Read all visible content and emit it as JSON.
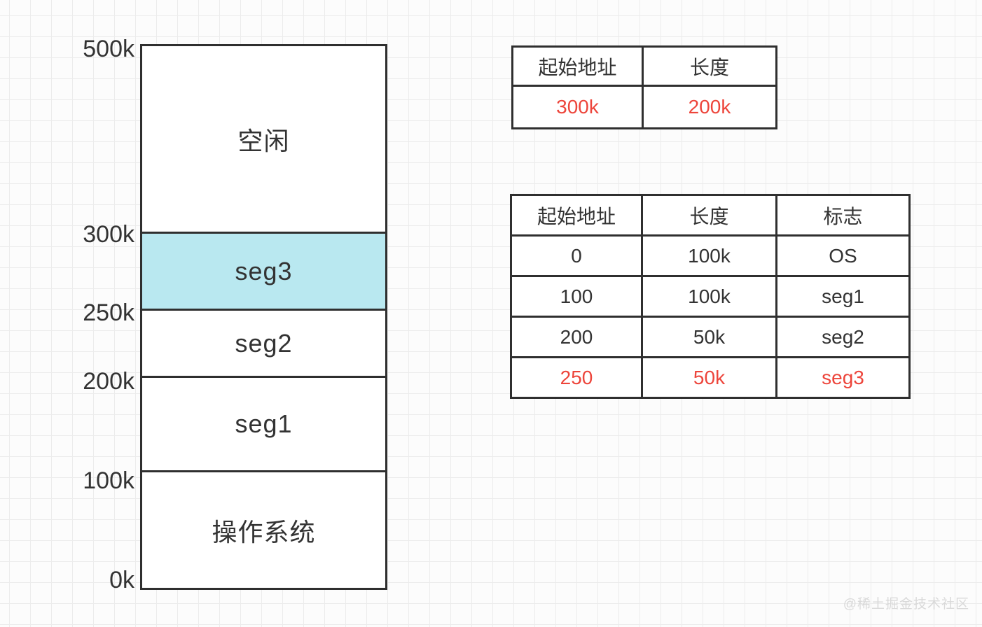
{
  "colors": {
    "background": "#fcfcfc",
    "grid_line": "#ececec",
    "border": "#2f2f2f",
    "text": "#333333",
    "accent_red": "#ed453b",
    "segment_highlight": "#b9e8f0",
    "watermark": "#d9d9d9"
  },
  "memory_map": {
    "scale_labels": [
      "500k",
      "300k",
      "250k",
      "200k",
      "100k",
      "0k"
    ],
    "segments": [
      {
        "label": "空闲",
        "highlighted": false
      },
      {
        "label": "seg3",
        "highlighted": true
      },
      {
        "label": "seg2",
        "highlighted": false
      },
      {
        "label": "seg1",
        "highlighted": false
      },
      {
        "label": "操作系统",
        "highlighted": false
      }
    ]
  },
  "request_table": {
    "headers": [
      "起始地址",
      "长度"
    ],
    "rows": [
      {
        "cells": [
          "300k",
          "200k"
        ],
        "red": true
      }
    ]
  },
  "segment_table": {
    "headers": [
      "起始地址",
      "长度",
      "标志"
    ],
    "rows": [
      {
        "cells": [
          "0",
          "100k",
          "OS"
        ],
        "red": false
      },
      {
        "cells": [
          "100",
          "100k",
          "seg1"
        ],
        "red": false
      },
      {
        "cells": [
          "200",
          "50k",
          "seg2"
        ],
        "red": false
      },
      {
        "cells": [
          "250",
          "50k",
          "seg3"
        ],
        "red": true
      }
    ]
  },
  "watermark": "@稀土掘金技术社区"
}
